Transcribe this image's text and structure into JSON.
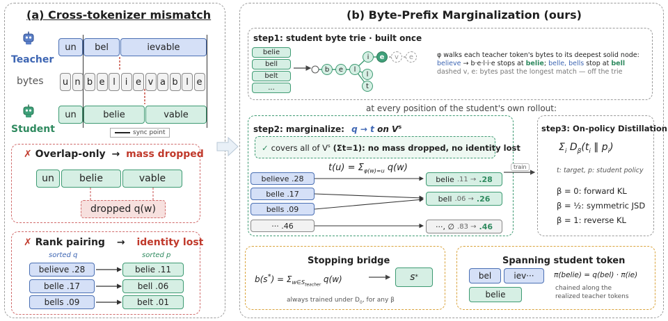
{
  "panel_a": {
    "title": "(a) Cross-tokenizer mismatch",
    "teacher_label": "Teacher",
    "bytes_label": "bytes",
    "student_label": "Student",
    "teacher_tokens": [
      "un",
      "bel",
      "ievable"
    ],
    "bytes": [
      "u",
      "n",
      "b",
      "e",
      "l",
      "i",
      "e",
      "v",
      "a",
      "b",
      "l",
      "e"
    ],
    "student_tokens": [
      "un",
      "belie",
      "vable"
    ],
    "sync_legend": "sync point",
    "overlap": {
      "title": "Overlap-only",
      "arrow": "→",
      "result": "mass dropped",
      "tokens": [
        "un",
        "belie",
        "vable"
      ],
      "dropped": "dropped q(w)"
    },
    "rank": {
      "title": "Rank pairing",
      "arrow": "→",
      "result": "identity lost",
      "sorted_q": "sorted q",
      "sorted_p": "sorted p",
      "left": [
        "believe .28",
        "belle .17",
        "bells .09"
      ],
      "right": [
        "belie .11",
        "bell .06",
        "belt .01"
      ]
    },
    "x_mark": "✗"
  },
  "panel_b": {
    "title": "(b) Byte-Prefix Marginalization (ours)",
    "step1": {
      "title": "step1: student byte trie · built once",
      "vocab": [
        "belie",
        "bell",
        "belt",
        "..."
      ],
      "nodes": [
        "b",
        "e",
        "l",
        "i",
        "e",
        "v",
        "e",
        "l",
        "t"
      ],
      "desc1": "φ walks each teacher token's bytes to its deepest solid node:",
      "desc2_a": "believe",
      "desc2_b": " → b·e·l·i·e stops at ",
      "desc2_c": "belie",
      "desc2_d": ";  ",
      "desc2_e": "belle, bells",
      "desc2_f": " stop at ",
      "desc2_g": "bell",
      "desc3": "dashed v, e: bytes past the longest match — off the trie"
    },
    "middle_caption": "at every position of the student's own rollout:",
    "step2": {
      "title": "step2: marginalize:",
      "title_math": "q → t",
      "title_tail": "on V",
      "title_sup": "s",
      "check": "✓",
      "covers": "covers all of V",
      "covers_sup": "s",
      "covers_tail": " (Σt=1):  no mass dropped, no identity lost",
      "formula": "t(u) = Σ",
      "formula_sub": "φ(w)=u",
      "formula_tail": " q(w)",
      "left": [
        "believe .28",
        "belle .17",
        "bells .09",
        "··· .46"
      ],
      "right_a": [
        "belie",
        "bell",
        "···, ∅"
      ],
      "right_b": [
        ".11 →",
        ".06 →",
        ".83 →"
      ],
      "right_c": [
        ".28",
        ".26",
        ".46"
      ],
      "train": "train"
    },
    "step3": {
      "title": "step3: On-policy Distillation",
      "formula": "Σ",
      "formula_i": "i",
      "formula_d": " D",
      "formula_beta": "β",
      "formula_tail": "(t",
      "formula_tail2": " ‖ p",
      "formula_end": ")",
      "note": "t: target,  p: student policy",
      "cases": [
        "β = 0: forward KL",
        "β = ½: symmetric JSD",
        "β = 1: reverse KL"
      ]
    },
    "stopping": {
      "title": "Stopping bridge",
      "formula_a": "b(s",
      "formula_star": "*",
      "formula_b": ") = Σ",
      "formula_sub": "w∈S",
      "formula_subsub": "teacher",
      "formula_c": " q(w)",
      "token": "s",
      "token_star": "*",
      "note": "always trained under D",
      "note_sub": "0",
      "note_tail": ", for any β"
    },
    "spanning": {
      "title": "Spanning student token",
      "tokens_top": [
        "bel",
        "iev···"
      ],
      "token_bottom": "belie",
      "formula": "π(belie) = q(bel) · π(ie)",
      "note1": "chained along the",
      "note2": "realized teacher tokens"
    }
  }
}
